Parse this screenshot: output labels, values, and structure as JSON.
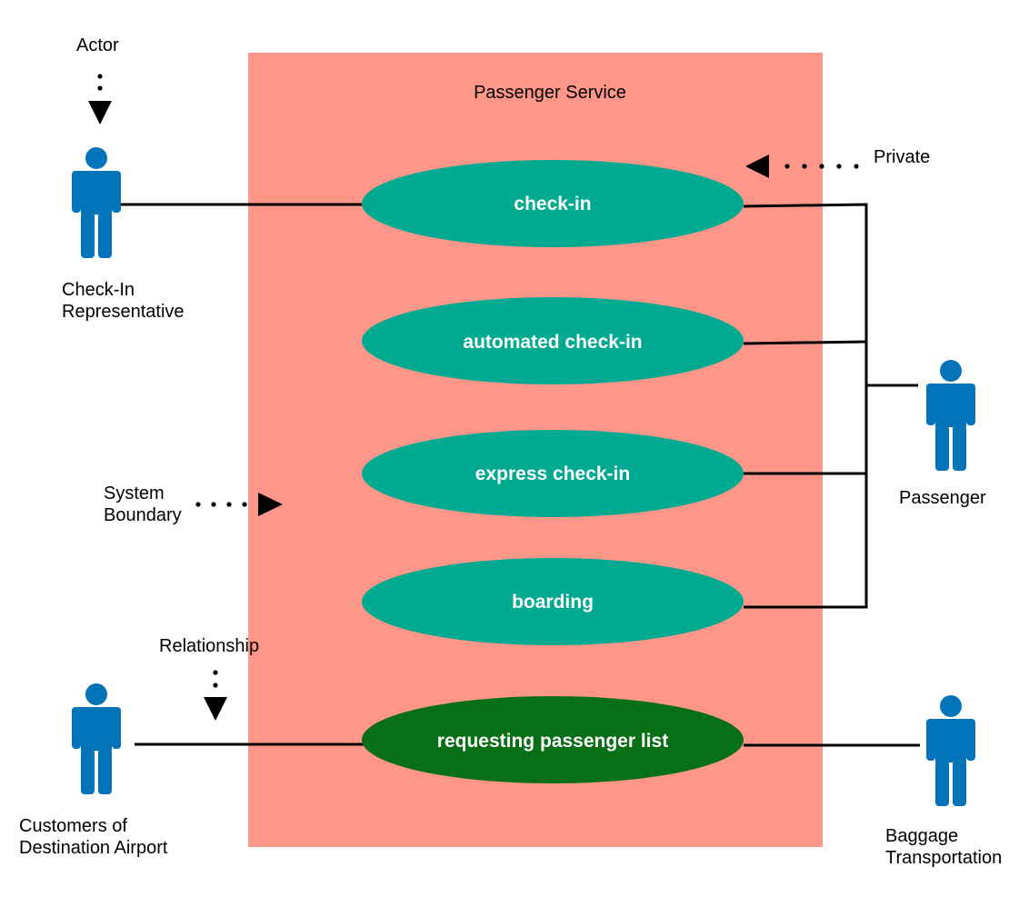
{
  "system": {
    "title": "Passenger Service",
    "fill_color": "#FE968A"
  },
  "use_cases": {
    "check_in": "check-in",
    "automated_check_in": "automated check-in",
    "express_check_in": "express check-in",
    "boarding": "boarding",
    "requesting_passenger_list": "requesting passenger list",
    "standard_color": "#00AA90",
    "highlight_color": "#076F16"
  },
  "actors": {
    "check_in_rep": {
      "line1": "Check-In",
      "line2": "Representative"
    },
    "passenger": {
      "line1": "Passenger"
    },
    "customers": {
      "line1": "Customers of",
      "line2": "Destination Airport"
    },
    "baggage": {
      "line1": "Baggage",
      "line2": "Transportation"
    },
    "color": "#0474BA"
  },
  "annotations": {
    "actor": "Actor",
    "private": "Private",
    "system_boundary_line1": "System",
    "system_boundary_line2": "Boundary",
    "relationship": "Relationship"
  }
}
